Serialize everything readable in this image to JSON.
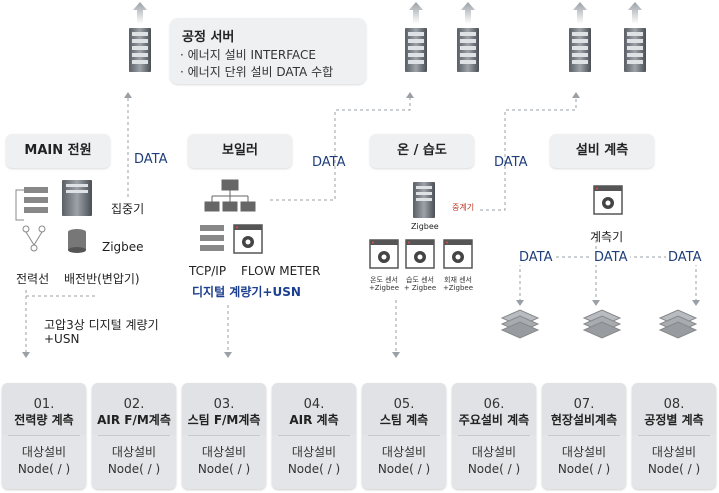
{
  "server": {
    "title": "공정 서버",
    "line1": "· 에너지 설비 INTERFACE",
    "line2": "· 에너지 단위 설비 DATA 수합"
  },
  "labels": {
    "main_power": "MAIN 전원",
    "boiler": "보일러",
    "humidity": "온 / 습도",
    "equipment": "설비 계측"
  },
  "data_label": "DATA",
  "left": {
    "concentrator": "집중기",
    "zigbee": "Zigbee",
    "power_line": "전력선",
    "distribution": "배전반(변압기)",
    "meter": "고압3상 디지털 계량기",
    "usn": "+USN"
  },
  "boiler_area": {
    "tcpip": "TCP/IP",
    "flow_meter": "FLOW METER",
    "digital_meter": "디지털 계량기+USN"
  },
  "humidity_area": {
    "repeater": "중계기",
    "zigbee": "Zigbee",
    "sensors": [
      {
        "name": "온도 센서",
        "sub": "+Zigbee"
      },
      {
        "name": "습도 센서",
        "sub": "+ Zigbee"
      },
      {
        "name": "회재 센서",
        "sub": "+Zigbee"
      }
    ]
  },
  "equipment_area": {
    "instrument": "계측기"
  },
  "bottom": [
    {
      "num": "01.",
      "title": "전력량 계측",
      "sub1": "대상설비",
      "sub2": "Node( / )"
    },
    {
      "num": "02.",
      "title": "AIR F/M계측",
      "sub1": "대상설비",
      "sub2": "Node( / )"
    },
    {
      "num": "03.",
      "title": "스팀 F/M계측",
      "sub1": "대상설비",
      "sub2": "Node( / )"
    },
    {
      "num": "04.",
      "title": "AIR 계측",
      "sub1": "대상설비",
      "sub2": "Node( / )"
    },
    {
      "num": "05.",
      "title": "스팀 계측",
      "sub1": "대상설비",
      "sub2": "Node( / )"
    },
    {
      "num": "06.",
      "title": "주요설비 계측",
      "sub1": "대상설비",
      "sub2": "Node( / )"
    },
    {
      "num": "07.",
      "title": "현장설비계측",
      "sub1": "대상설비",
      "sub2": "Node( / )"
    },
    {
      "num": "08.",
      "title": "공정별 계측",
      "sub1": "대상설비",
      "sub2": "Node( / )"
    }
  ],
  "colors": {
    "arrow": "#9aa0a6",
    "data_text": "#1f3e7a",
    "digital_meter": "#1d3f8f",
    "repeater": "#c0392b"
  }
}
